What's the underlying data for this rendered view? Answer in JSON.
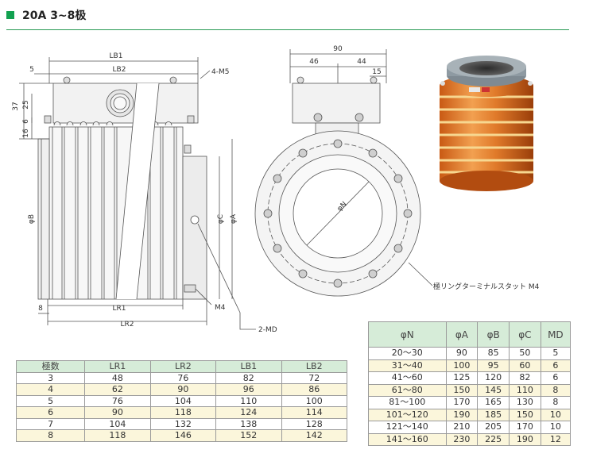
{
  "header": {
    "title": "20A 3~8极"
  },
  "drawing": {
    "side_view": {
      "dims": {
        "lb1": "LB1",
        "lb2": "LB2",
        "lr1": "LR1",
        "lr2": "LR2",
        "d5": "5",
        "d8": "8",
        "d37": "37",
        "d25": "25",
        "d6": "6",
        "d16": "16",
        "phi_b": "φB",
        "phi_c": "φC",
        "phi_a": "φA"
      },
      "callouts": {
        "screw": "4-M5",
        "terminal": "M4",
        "mounting": "2-MD"
      }
    },
    "front_view": {
      "dims": {
        "d90": "90",
        "d46": "46",
        "d44": "44",
        "d15": "15",
        "phi_n": "φN"
      },
      "callouts": {
        "stud": "極リングターミナルスタット M4"
      }
    }
  },
  "pole_table": {
    "headers": [
      "極数",
      "LR1",
      "LR2",
      "LB1",
      "LB2"
    ],
    "rows": [
      [
        "3",
        "48",
        "76",
        "82",
        "72"
      ],
      [
        "4",
        "62",
        "90",
        "96",
        "86"
      ],
      [
        "5",
        "76",
        "104",
        "110",
        "100"
      ],
      [
        "6",
        "90",
        "118",
        "124",
        "114"
      ],
      [
        "7",
        "104",
        "132",
        "138",
        "128"
      ],
      [
        "8",
        "118",
        "146",
        "152",
        "142"
      ]
    ]
  },
  "bore_table": {
    "headers": [
      "φN",
      "φA",
      "φB",
      "φC",
      "MD"
    ],
    "rows": [
      [
        "20～30",
        "90",
        "85",
        "50",
        "5"
      ],
      [
        "31～40",
        "100",
        "95",
        "60",
        "6"
      ],
      [
        "41～60",
        "125",
        "120",
        "82",
        "6"
      ],
      [
        "61～80",
        "150",
        "145",
        "110",
        "8"
      ],
      [
        "81～100",
        "170",
        "165",
        "130",
        "8"
      ],
      [
        "101～120",
        "190",
        "185",
        "150",
        "10"
      ],
      [
        "121～140",
        "210",
        "205",
        "170",
        "10"
      ],
      [
        "141～160",
        "230",
        "225",
        "190",
        "12"
      ]
    ]
  }
}
